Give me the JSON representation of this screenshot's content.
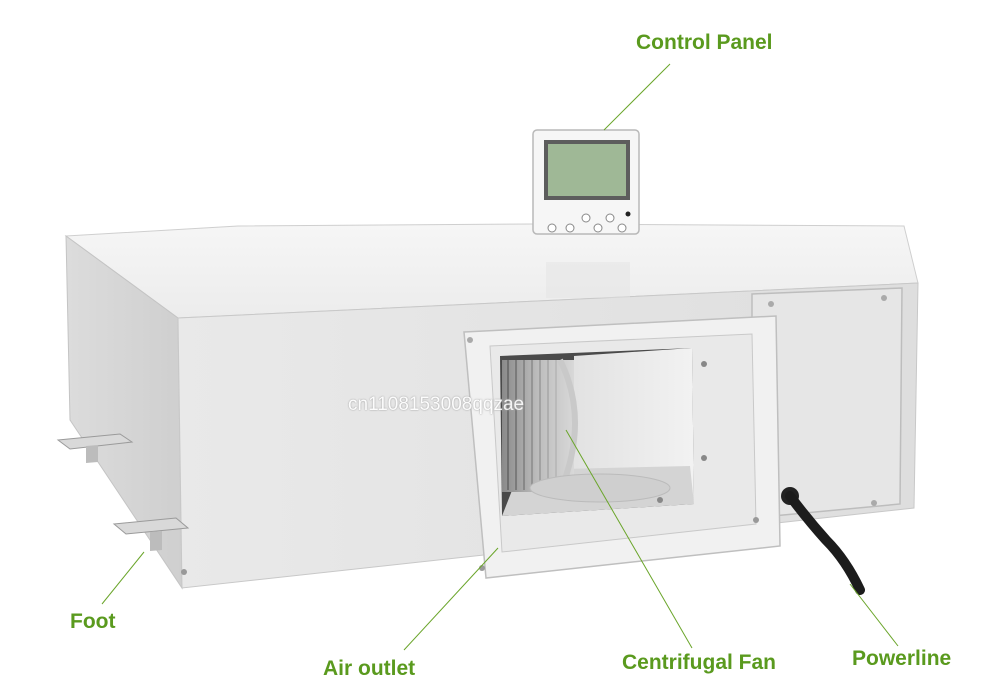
{
  "labels": {
    "control_panel": "Control Panel",
    "foot": "Foot",
    "air_outlet": "Air outlet",
    "centrifugal_fan": "Centrifugal Fan",
    "powerline": "Powerline"
  },
  "watermark": "cn1108153008qqzae",
  "colors": {
    "label": "#5a9a1e",
    "leader_line": "#6aa52a",
    "lcd_screen": "#9fb896",
    "cabinet_face": "#e4e4e4",
    "cabinet_top": "#f0f0f0",
    "cable": "#1c1c1c"
  }
}
